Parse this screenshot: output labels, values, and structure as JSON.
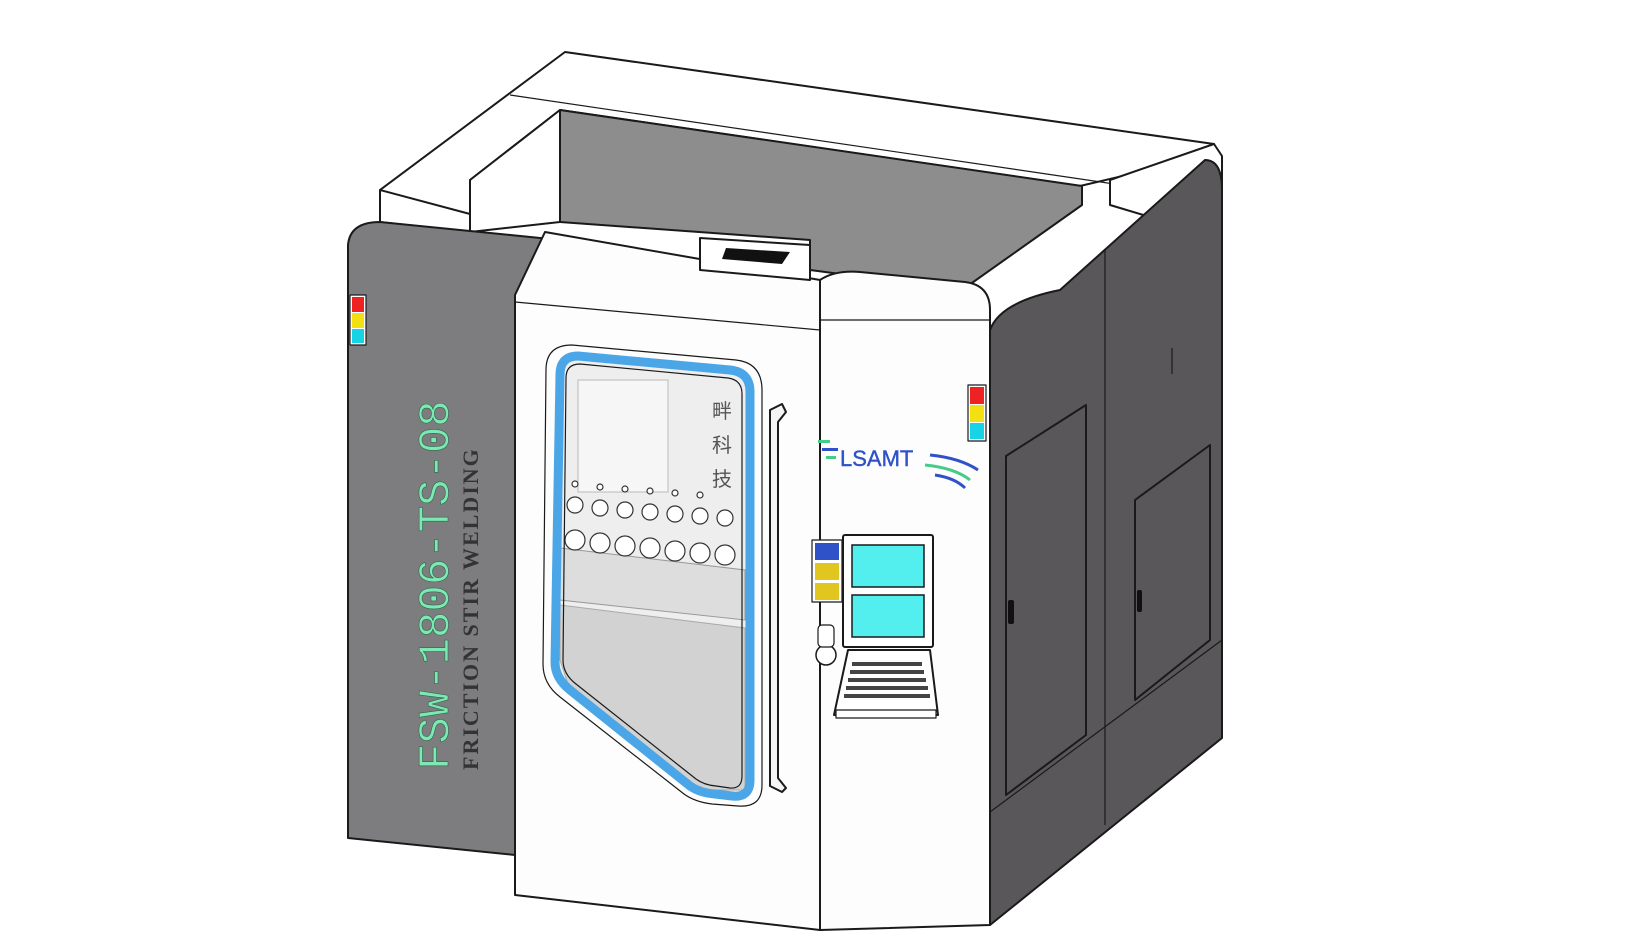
{
  "machine": {
    "model_label": "FSW-1806-TS-08",
    "process_label": "FRICTION STIR WELDING",
    "brand_logo": "LSAMT",
    "door_glyphs": [
      "畔",
      "科",
      "技"
    ],
    "colors": {
      "panel_dark": "#59575a",
      "panel_gray": "#7d7d7f",
      "shell_white": "#fdfdfd",
      "interior_gray": "#8d8d8d",
      "window_frame": "#4aa6e6",
      "model_text": "#7ee8b4",
      "logo_blue": "#2f52c8",
      "logo_green": "#44cc88",
      "screen_cyan": "#53efef",
      "beacon_red": "#ee2222",
      "beacon_yellow": "#f2e010",
      "beacon_cyan": "#18d2e6"
    }
  }
}
